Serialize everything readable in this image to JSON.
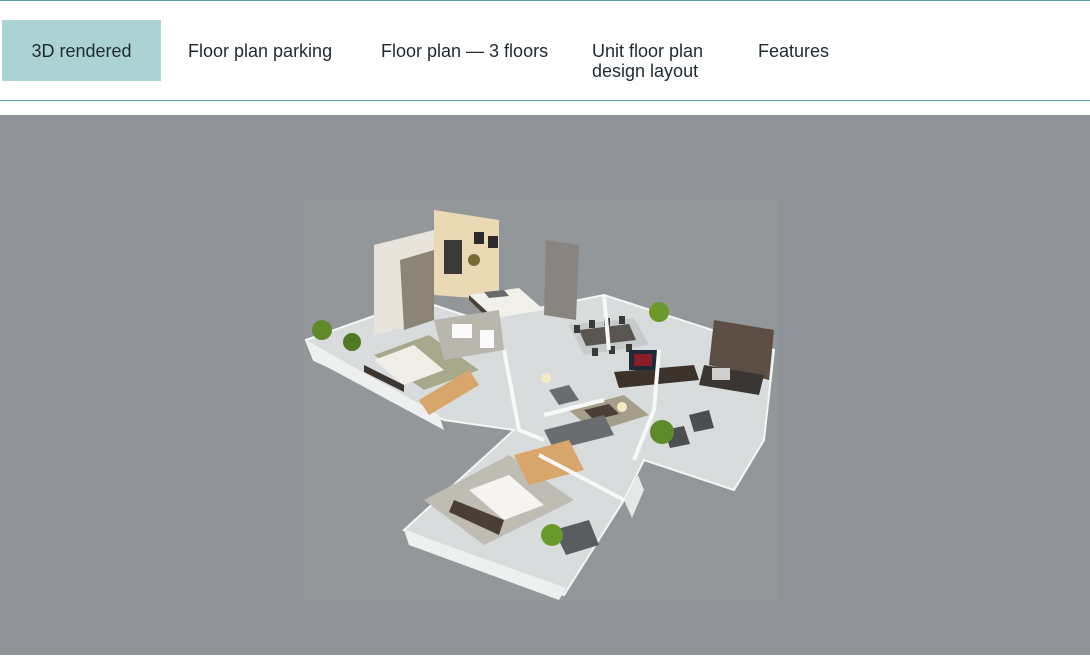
{
  "tabs": [
    {
      "label": "3D rendered",
      "active": true
    },
    {
      "label": "Floor plan parking",
      "active": false
    },
    {
      "label": "Floor plan — 3 floors",
      "active": false
    },
    {
      "label_line1": "Unit floor plan",
      "label_line2": "design layout",
      "active": false
    },
    {
      "label": "Features",
      "active": false
    }
  ],
  "colors": {
    "active_tab": "#acd3d3",
    "rule": "#5f9ea0",
    "stage_bg": "#8f9398"
  },
  "image": {
    "subject": "3D rendered apartment floor plan"
  }
}
